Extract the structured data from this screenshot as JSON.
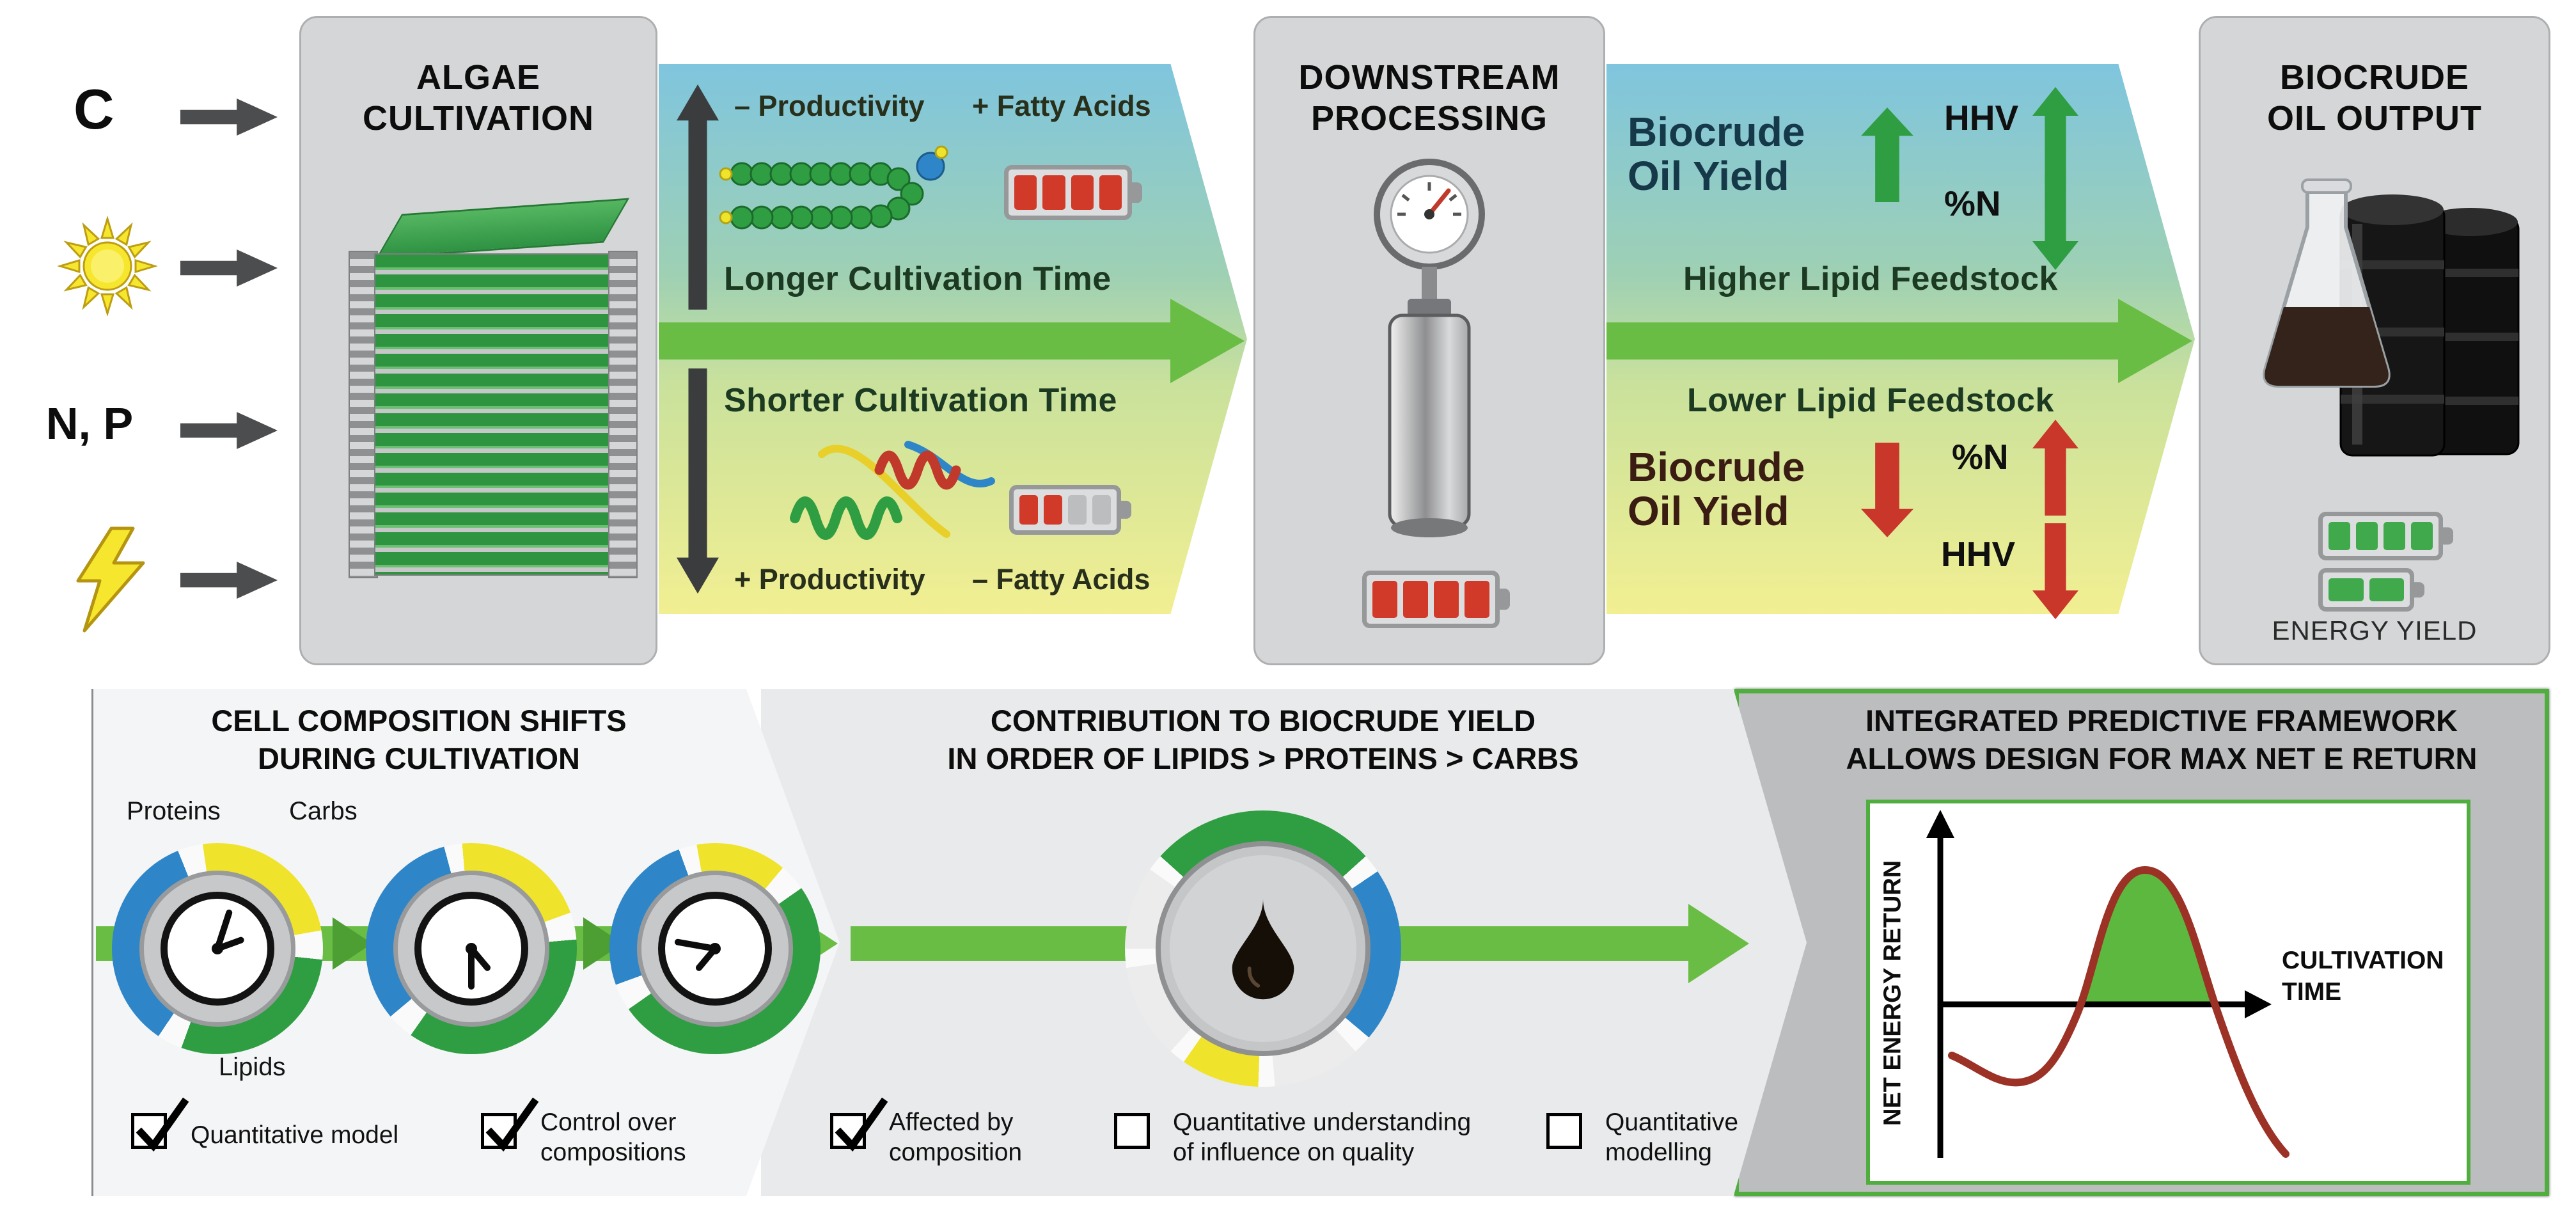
{
  "inputs": {
    "carbon": "C",
    "nutrients": "N, P"
  },
  "algae": {
    "title1": "ALGAE",
    "title2": "CULTIVATION"
  },
  "cult": {
    "top_prod": "– Productivity",
    "top_fat": "+ Fatty Acids",
    "top_time": "Longer Cultivation Time",
    "bot_time": "Shorter Cultivation Time",
    "bot_prod": "+ Productivity",
    "bot_fat": "– Fatty Acids"
  },
  "down": {
    "title1": "DOWNSTREAM",
    "title2": "PROCESSING"
  },
  "yield": {
    "top_y1": "Biocrude",
    "top_y2": "Oil Yield",
    "top_hhv": "HHV",
    "top_n": "%N",
    "top_feed": "Higher Lipid Feedstock",
    "bot_feed": "Lower Lipid Feedstock",
    "bot_y1": "Biocrude",
    "bot_y2": "Oil Yield",
    "bot_n": "%N",
    "bot_hhv": "HHV"
  },
  "output": {
    "title1": "BIOCRUDE",
    "title2": "OIL OUTPUT",
    "energy": "ENERGY YIELD"
  },
  "p1": {
    "title1": "CELL COMPOSITION SHIFTS",
    "title2": "DURING CULTIVATION",
    "proteins": "Proteins",
    "carbs": "Carbs",
    "lipids": "Lipids",
    "cb1": "Quantitative model",
    "cb1_checked": true,
    "cb2a": "Control over",
    "cb2b": "compositions",
    "cb2_checked": true
  },
  "p2": {
    "title1": "CONTRIBUTION TO BIOCRUDE YIELD",
    "title2": "IN ORDER OF LIPIDS > PROTEINS > CARBS",
    "cb1a": "Affected by",
    "cb1b": "composition",
    "cb1_checked": true,
    "cb2a": "Quantitative understanding",
    "cb2b": "of influence on quality",
    "cb2_checked": false,
    "cb3a": "Quantitative",
    "cb3b": "modelling",
    "cb3_checked": false
  },
  "p3": {
    "title1": "INTEGRATED PREDICTIVE FRAMEWORK",
    "title2": "ALLOWS DESIGN FOR MAX NET E RETURN",
    "ylabel": "NET ENERGY RETURN",
    "xlabel1": "CULTIVATION",
    "xlabel2": "TIME"
  },
  "colors": {
    "flow_green": "#6abd44",
    "ring_green": "#2f9e43",
    "ring_blue": "#2e86c8",
    "ring_yellow": "#f0e32b",
    "alert_red": "#c9362a",
    "panel_border_green": "#4fae3d",
    "gradient_blue": "#7fc5de",
    "gradient_yellow": "#f2ef92"
  }
}
